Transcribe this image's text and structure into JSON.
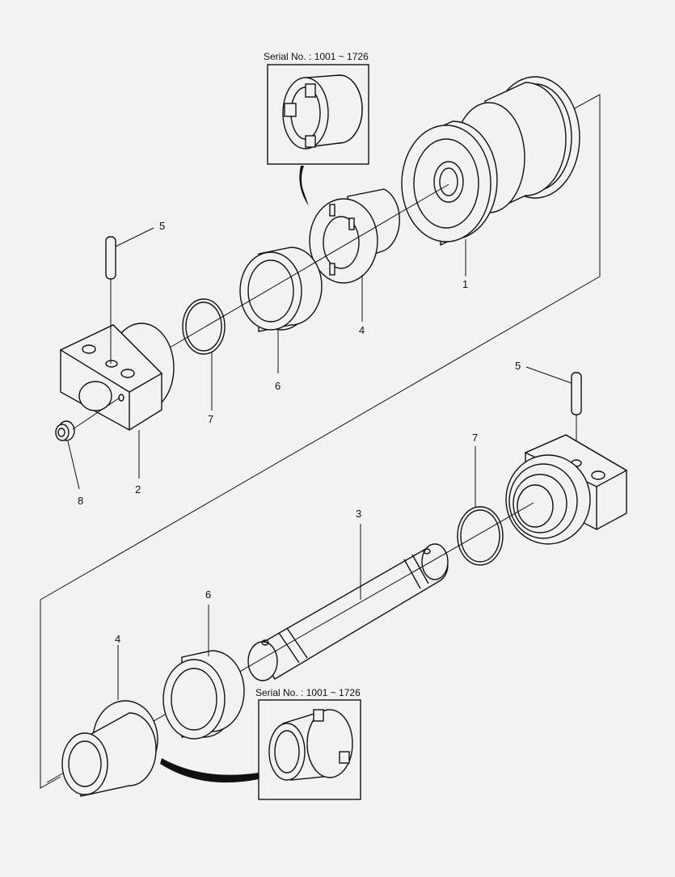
{
  "callouts": {
    "c1": "1",
    "c2": "2",
    "c3": "3",
    "c4a": "4",
    "c4b": "4",
    "c5a": "5",
    "c5b": "5",
    "c6a": "6",
    "c6b": "6",
    "c7a": "7",
    "c7b": "7",
    "c8": "8"
  },
  "insets": {
    "top_serial": "Serial No.  : 1001 ~ 1726",
    "bottom_serial": "Serial No.  : 1001 ~ 1726"
  }
}
